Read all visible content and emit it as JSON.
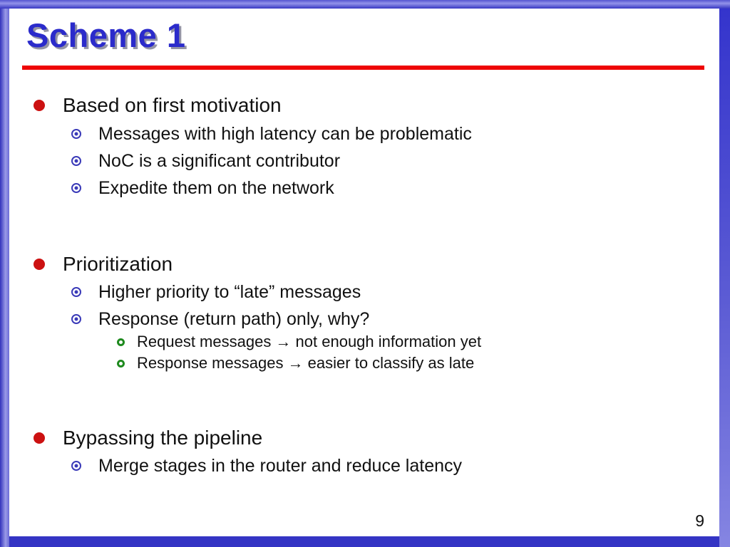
{
  "slide": {
    "title": "Scheme 1",
    "page_number": "9",
    "accent_colors": {
      "title_blue": "#2B2BCB",
      "rule_red": "#EE0505",
      "level1_bullet_red": "#CC1111",
      "level2_bullet_blue": "#3A3AB8",
      "level3_bullet_green": "#1E8A1E",
      "frame_blue": "#3434C4"
    },
    "bullets": [
      {
        "level": 1,
        "text": "Based on first motivation"
      },
      {
        "level": 2,
        "text": "Messages with high latency can be problematic"
      },
      {
        "level": 2,
        "text": "NoC is a significant contributor"
      },
      {
        "level": 2,
        "text": "Expedite them on the network"
      },
      {
        "level": 1,
        "text": "Prioritization"
      },
      {
        "level": 2,
        "text": "Higher priority to “late” messages"
      },
      {
        "level": 2,
        "text": "Response (return path) only, why?"
      },
      {
        "level": 3,
        "text": "Request messages → not enough information yet"
      },
      {
        "level": 3,
        "text": "Response messages → easier to classify as late"
      },
      {
        "level": 1,
        "text": "Bypassing the pipeline"
      },
      {
        "level": 2,
        "text": "Merge stages in the router and reduce latency"
      }
    ]
  }
}
